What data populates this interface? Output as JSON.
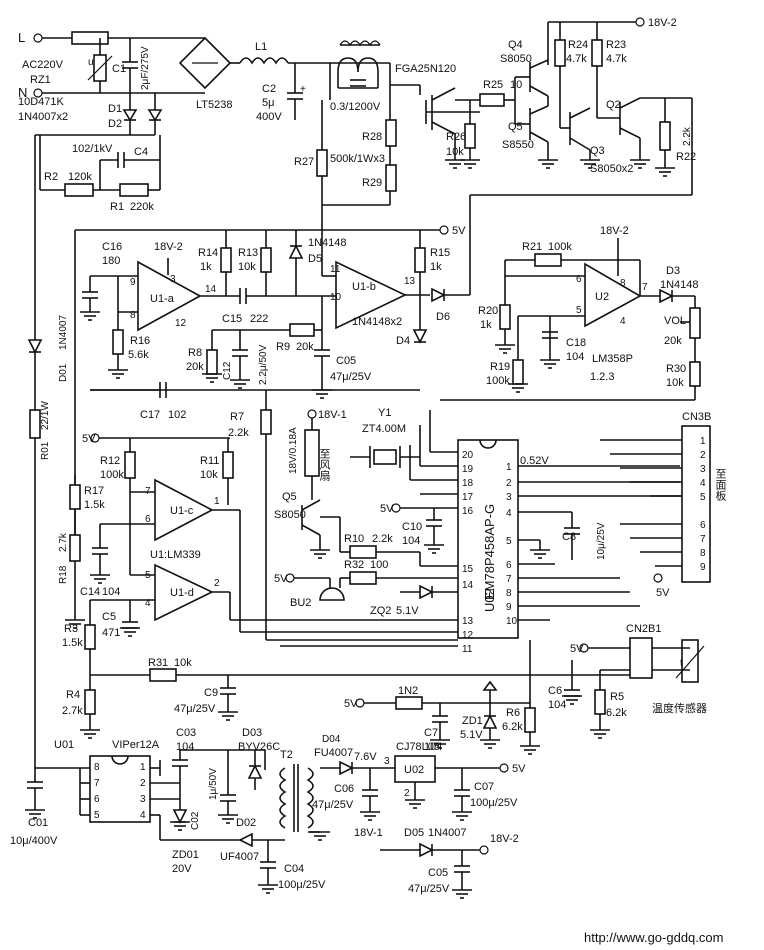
{
  "labels": {
    "L": "L",
    "N": "N",
    "ac": "AC220V",
    "rz1": "RZ1",
    "rz1v": "10D471K",
    "u": "u",
    "c1": "C1",
    "c1v": "2μF/275V",
    "d1": "D1",
    "d2": "D2",
    "d12v": "1N4007x2",
    "lt": "LT5238",
    "l1": "L1",
    "c2": "C2",
    "c2v1": "5μ",
    "c2v2": "400V",
    "coil": "0.3/1200V",
    "igbt": "FGA25N120",
    "c4v": "102/1kV",
    "c4": "C4",
    "r2": "R2",
    "r2v": "120k",
    "r1": "R1",
    "r1v": "220k",
    "r27": "R27",
    "r28": "R28",
    "r29": "R29",
    "r2729v": "500k/1Wx3",
    "q4": "Q4",
    "q4v": "S8050",
    "r24": "R24",
    "r24v": "4.7k",
    "r23": "R23",
    "r23v": "4.7k",
    "v18_2": "18V-2",
    "r25": "R25",
    "r25v": "10",
    "r26": "R26",
    "r26v": "10k",
    "q5": "Q5",
    "q5v": "S8550",
    "q2": "Q2",
    "q3": "Q3",
    "q3v": "S8050x2",
    "r22": "R22",
    "r22v": "2.2k",
    "v5": "5V",
    "c16": "C16",
    "c16v": "180",
    "r14": "R14",
    "r14v": "1k",
    "r13": "R13",
    "r13v": "10k",
    "d5": "D5",
    "d5v": "1N4148",
    "r15": "R15",
    "r15v": "1k",
    "u1a": "U1-a",
    "u1b": "U1-b",
    "p9": "9",
    "p8": "8",
    "p3": "3",
    "p14": "14",
    "p12": "12",
    "p11": "11",
    "p10": "10",
    "p13": "13",
    "d6": "D6",
    "d4": "D4",
    "d46v": "1N4148x2",
    "r16": "R16",
    "r16v": "5.6k",
    "c15": "C15",
    "c15v": "222",
    "r8": "R8",
    "r8v": "20k",
    "c12": "C12",
    "c12v": "2.2μ/50V",
    "r9": "R9",
    "r9v": "20k",
    "c05": "C05",
    "c05v": "47μ/25V",
    "c17": "C17",
    "c17v": "102",
    "r21": "R21",
    "r21v": "100k",
    "v18_2b": "18V-2",
    "u2": "U2",
    "u2v": "LM358P",
    "p6": "6",
    "p5": "5",
    "p7": "7",
    "p4": "4",
    "d3": "D3",
    "d3v": "1N4148",
    "r20": "R20",
    "r20v": "1k",
    "c18": "C18",
    "c18v": "104",
    "r19": "R19",
    "r19v": "100k",
    "vol": "VOL",
    "volv": "20k",
    "r30": "R30",
    "r30v": "10k",
    "p123": "1.2.3",
    "d01": "D01",
    "d01v": "1N4007",
    "r01": "R01",
    "r01v": "22/1W",
    "r7": "R7",
    "r7v": "2.2k",
    "v18_1": "18V-1",
    "y1": "Y1",
    "y1v": "ZT4.00M",
    "fan_relay": "18V/0.18A",
    "fan": "至风扇",
    "q5b": "Q5",
    "q5bv": "S8050",
    "r12": "R12",
    "r12v": "100k",
    "r11": "R11",
    "r11v": "10k",
    "r17": "R17",
    "r17v": "1.5k",
    "r18": "R18",
    "r18v": "2.7k",
    "u1c": "U1-c",
    "u1d": "U1-d",
    "u1lm": "U1:LM339",
    "c14": "C14",
    "c14v": "104",
    "c5": "C5",
    "c5v": "471",
    "r3": "R3",
    "r3v": "1.5k",
    "r31": "R31",
    "r31v": "10k",
    "r4": "R4",
    "r4v": "2.7k",
    "c9": "C9",
    "c9v": "47μ/25V",
    "mcu": "EM78P458AP-G",
    "mcu2": "U02",
    "volt052": "0.52V",
    "c10": "C10",
    "c10v": "104",
    "r10": "R10",
    "r10v": "2.2k",
    "r32": "R32",
    "r32v": "100",
    "bu2": "BU2",
    "zq2": "ZQ2",
    "zq2v": "5.1V",
    "c8": "C8",
    "c8v": "10μ/25V",
    "cn3b": "CN3B",
    "panel": "至面板",
    "cn2b1": "CN2B1",
    "sensor": "温度传感器",
    "t": "t",
    "r5": "R5",
    "r5v": "6.2k",
    "r6": "R6",
    "r6v": "6.2k",
    "c6": "C6",
    "c6v": "104",
    "c7": "C7",
    "c7v": "104",
    "zd1": "ZD1",
    "zd1v": "5.1V",
    "n2": "1N2",
    "u01": "U01",
    "u01v": "VIPer12A",
    "c03": "C03",
    "c03v": "104",
    "d03": "D03",
    "d03v": "BYV26C",
    "c02": "C02",
    "c02v": "1μ/50V",
    "d02": "D02",
    "d02v": "UF4007",
    "zd01": "ZD01",
    "zd01v": "20V",
    "c01": "C01",
    "c01v": "10μ/400V",
    "t2": "T2",
    "d04": "D04",
    "d04v": "FU4007",
    "v76": "7.6V",
    "u02reg": "U02",
    "cj": "CJ78L05",
    "c06": "C06",
    "c06v": "47μ/25V",
    "c07": "C07",
    "c07v": "100μ/25V",
    "c04": "C04",
    "c04v": "100μ/25V",
    "d05": "D05",
    "d05v": "1N4007",
    "c05b": "C05",
    "c05bv": "47μ/25V",
    "url": "http://www.go-gddq.com"
  }
}
